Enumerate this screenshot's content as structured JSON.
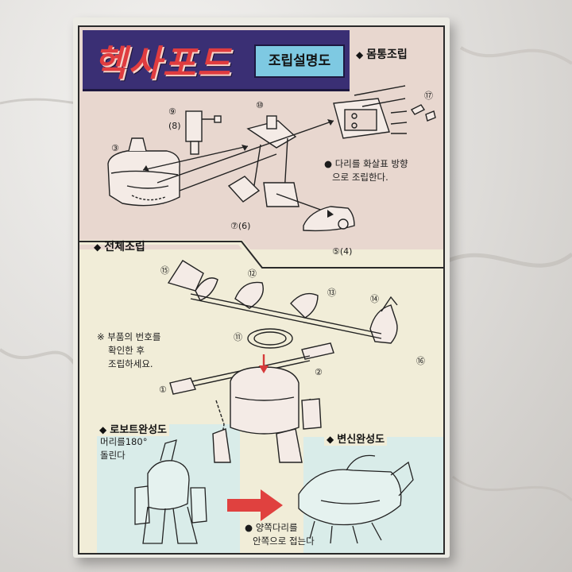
{
  "title": "헥사포드",
  "subtitle": "조립설명도",
  "sections": {
    "body_assembly": "몸통조립",
    "full_assembly": "전체조립",
    "robot_complete": "로보트완성도",
    "transform_complete": "변신완성도"
  },
  "notes": {
    "legs_arrow_line1": "● 다리를 화살표 방향",
    "legs_arrow_line2": "으로 조립한다.",
    "check_parts_line1": "※ 부품의 번호를",
    "check_parts_line2": "확인한 후",
    "check_parts_line3": "조립하세요.",
    "head_rotate_line1": "머리를180°",
    "head_rotate_line2": "돌린다",
    "fold_legs_line1": "● 양쪽다리를",
    "fold_legs_line2": "안쪽으로 접는다"
  },
  "part_numbers": {
    "p9": "⑨",
    "p8": "(8)",
    "p10": "⑩",
    "p17": "⑰",
    "p3": "③",
    "p7_6": "⑦(6)",
    "p5_4": "⑤(4)",
    "p15": "⑮",
    "p12": "⑫",
    "p13": "⑬",
    "p14": "⑭",
    "p11": "⑪",
    "p16": "⑯",
    "p2": "②",
    "p1": "①"
  },
  "colors": {
    "banner": "#3a2f74",
    "title_red": "#e03c3f",
    "subtitle_blue": "#7ec9e2",
    "pink_panel": "#e8d7cf",
    "cream_panel": "#f1edd8",
    "mint_panel": "#d9ece9",
    "arrow_red": "#e0413f"
  }
}
